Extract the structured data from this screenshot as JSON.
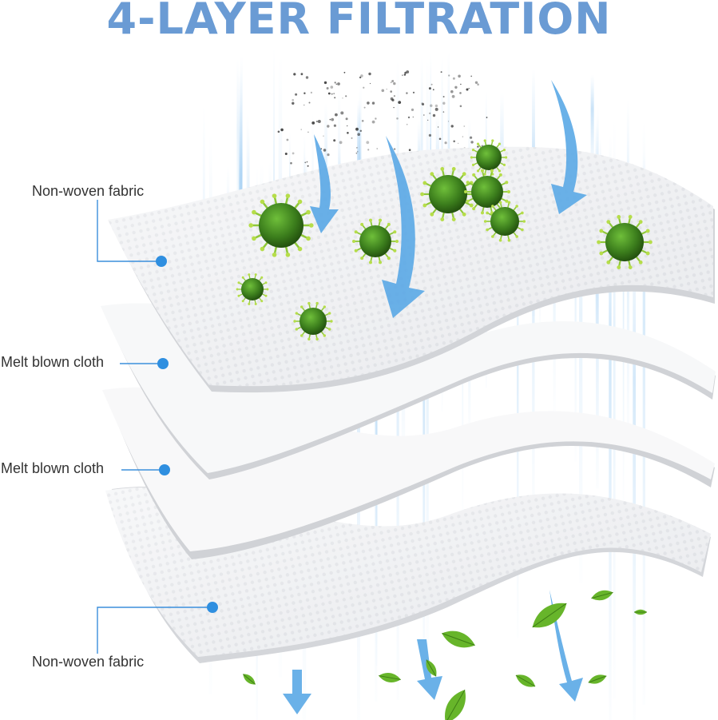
{
  "title": "4-LAYER FILTRATION",
  "layers": [
    {
      "label": "Non-woven fabric"
    },
    {
      "label": "Melt blown cloth"
    },
    {
      "label": "Melt blown cloth"
    },
    {
      "label": "Non-woven fabric"
    }
  ],
  "colors": {
    "title": "#6a9bd4",
    "arrow": "#5aa8e6",
    "dot": "#2f8fe0",
    "leader": "#3b8fdc",
    "virus": "#3f8a22",
    "leaf": "#67b52a",
    "sheet": "#f3f4f6",
    "sheet_edge": "#d4d6da"
  },
  "icons": [
    "virus-icon",
    "leaf-icon",
    "airflow-arrow-icon",
    "particle-dust-icon"
  ]
}
